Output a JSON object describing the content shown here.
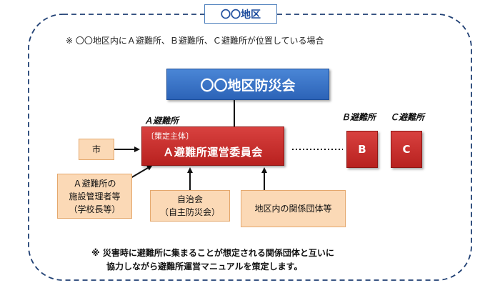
{
  "area_label": "〇〇地区",
  "top_note": "※ 〇〇地区内にＡ避難所、Ｂ避難所、Ｃ避難所が位置している場合",
  "council": "〇〇地区防災会",
  "shelters": {
    "a_label": "Ａ避難所",
    "b_label": "Ｂ避難所",
    "c_label": "Ｃ避難所",
    "b_box": "B",
    "c_box": "C"
  },
  "committee": {
    "tag": "〔策定主体〕",
    "name": "Ａ避難所運営委員会"
  },
  "participants": {
    "city": "市",
    "facility_line1": "Ａ避難所の",
    "facility_line2": "施設管理者等",
    "facility_line3": "（学校長等）",
    "neighborhood_line1": "自治会",
    "neighborhood_line2": "（自主防災会）",
    "groups": "地区内の関係団体等"
  },
  "bottom_note_line1": "※ 災害時に避難所に集まることが想定される関係団体と互いに",
  "bottom_note_line2": "協力しながら避難所運営マニュアルを策定します。",
  "colors": {
    "frame": "#1f3f73",
    "council_blue": "#2c63b7",
    "committee_red": "#c0282a",
    "participant_fill": "#fbd9b6",
    "participant_border": "#e4a86d"
  }
}
